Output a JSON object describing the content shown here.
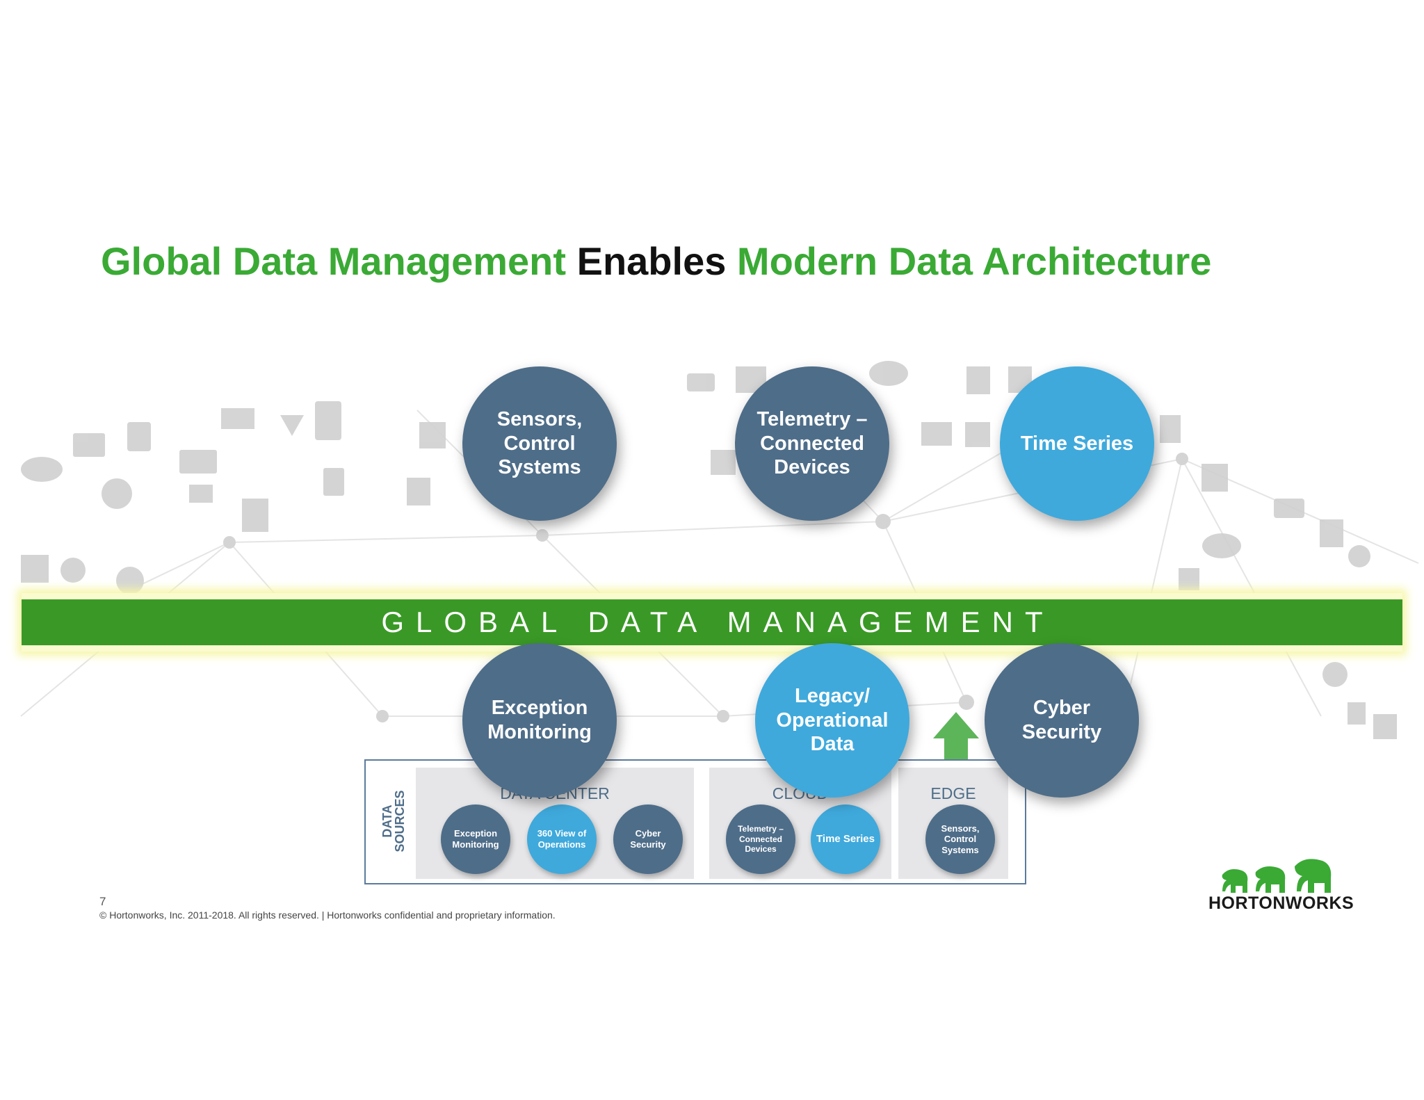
{
  "title": {
    "part1": "Global Data Management",
    "part2": "Enables",
    "part3": "Modern Data Architecture"
  },
  "band": {
    "label": "GLOBAL DATA MANAGEMENT"
  },
  "top_circles": [
    {
      "label": "Sensors, Control Systems",
      "style": "dark"
    },
    {
      "label": "Telemetry – Connected Devices",
      "style": "dark"
    },
    {
      "label": "Time Series",
      "style": "light"
    }
  ],
  "bottom_circles": [
    {
      "label": "Exception Monitoring",
      "style": "dark"
    },
    {
      "label": "Legacy/ Operational Data",
      "style": "light"
    },
    {
      "label": "Cyber Security",
      "style": "dark"
    }
  ],
  "data_sources": {
    "label": "DATA SOURCES",
    "panels": [
      {
        "label": "DATA CENTER",
        "items": [
          "Exception Monitoring",
          "360 View of Operations",
          "Cyber Security"
        ]
      },
      {
        "label": "CLOUD",
        "items": [
          "Telemetry – Connected Devices",
          "Time Series"
        ]
      },
      {
        "label": "EDGE",
        "items": [
          "Sensors, Control Systems"
        ]
      }
    ]
  },
  "colors": {
    "title_green": "#3aaa35",
    "band_green": "#3a9926",
    "circle_dark": "#4e6d89",
    "circle_light": "#3fa9dc",
    "arrow_green": "#5db55a"
  },
  "footer": {
    "page_number": "7",
    "copyright": "© Hortonworks, Inc. 2011-2018. All rights reserved. | Hortonworks confidential and proprietary information."
  },
  "logo": {
    "text": "HORTONWORKS"
  }
}
